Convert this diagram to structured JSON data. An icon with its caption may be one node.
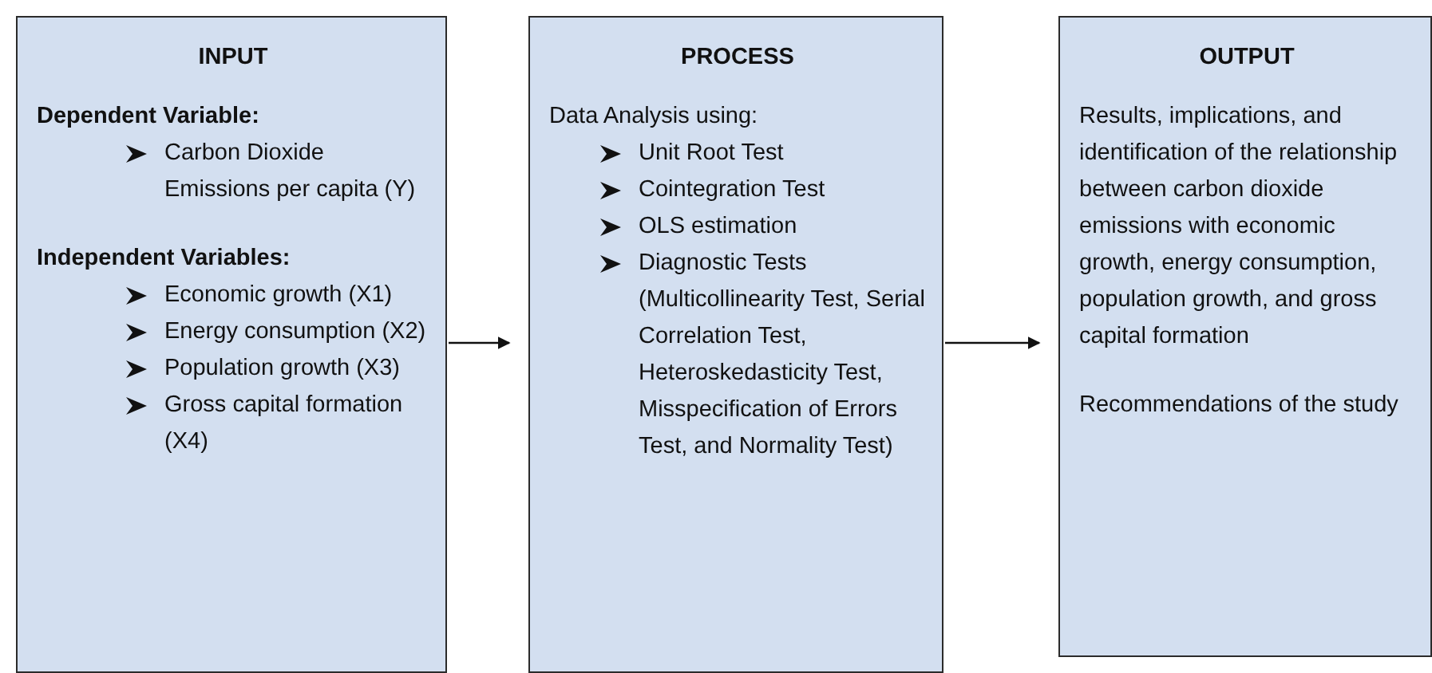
{
  "diagram": {
    "nodes": [
      {
        "text": [
          "INPUT",
          "Dependent Variable:",
          "Carbon Dioxide Emissions per capita (Y)",
          "Independent Variables:",
          "Economic growth (X1)",
          "Energy consumption (X2)",
          "Population growth (X3)",
          "Gross capital formation (X4)"
        ]
      },
      {
        "text": [
          "PROCESS",
          "Data Analysis using:",
          "Unit Root Test",
          "Cointegration Test",
          "OLS estimation",
          "Diagnostic Tests (Multicollinearity Test, Serial Correlation Test, Heteroskedasticity Test, Misspecification of Errors Test, and Normality Test)"
        ]
      },
      {
        "text": [
          "OUTPUT",
          "Results, implications, and identification of the relationship between carbon dioxide emissions with economic growth, energy consumption, population growth, and gross capital formation",
          "Recommendations of the study"
        ]
      }
    ],
    "edges": [
      {
        "from": 0,
        "to": 1,
        "arrow": "to"
      },
      {
        "from": 1,
        "to": 2,
        "arrow": "to"
      }
    ]
  }
}
